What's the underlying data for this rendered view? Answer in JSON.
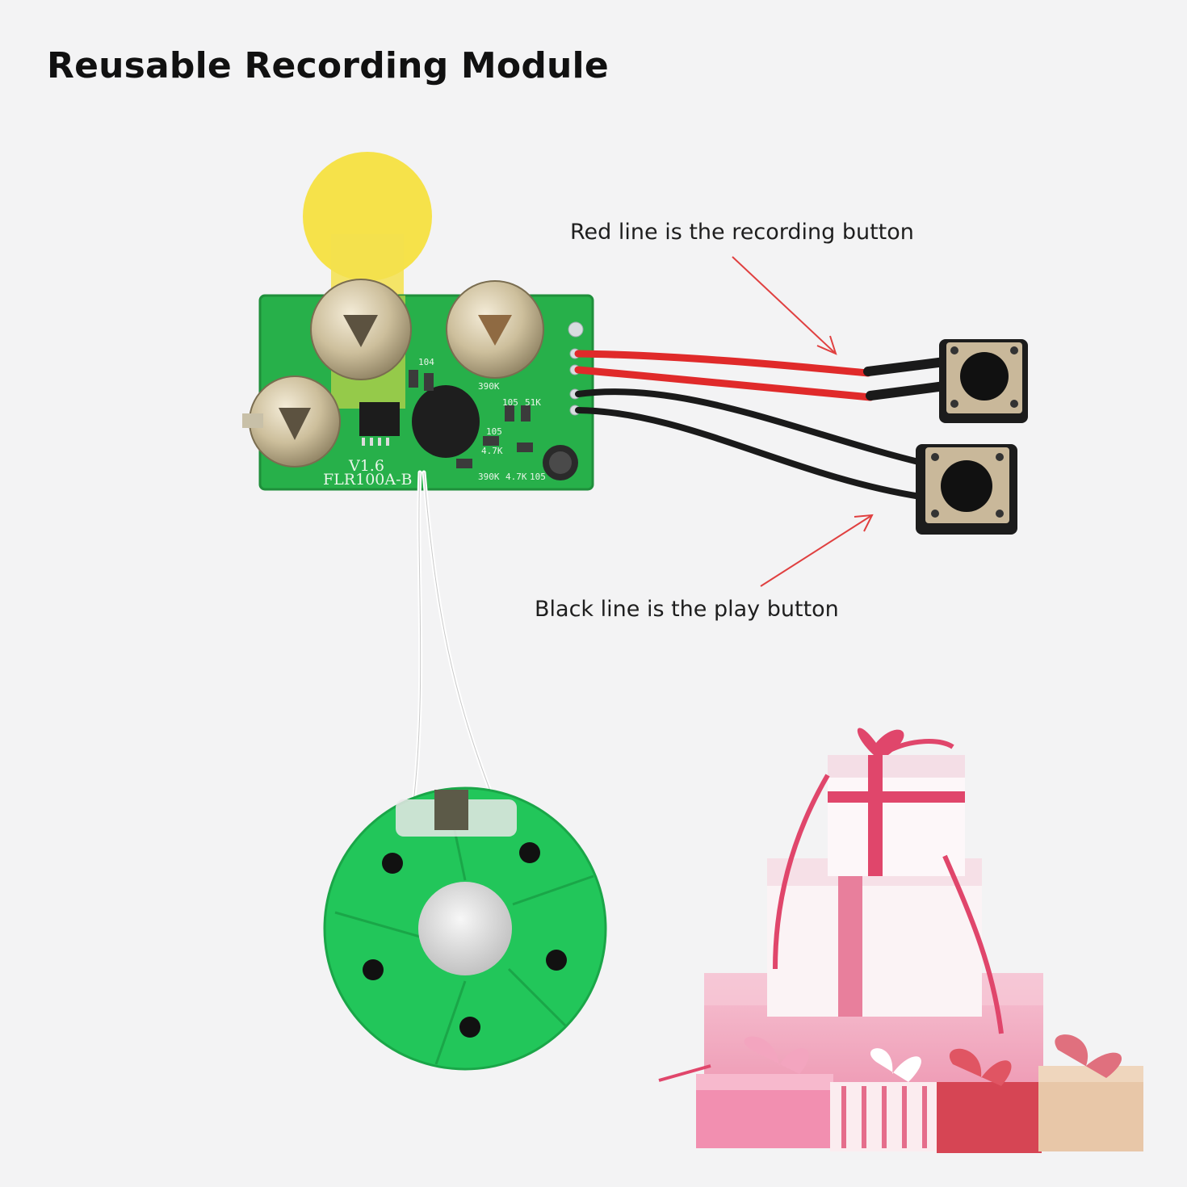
{
  "title": "Reusable Recording Module",
  "callouts": {
    "record": "Red line is the recording button",
    "play": "Black line is the play button"
  },
  "board": {
    "silkscreen_version": "V1.6",
    "silkscreen_model": "FLR100A-B",
    "labels": [
      "104",
      "390K",
      "105",
      "51K",
      "105",
      "4.7K",
      "390K",
      "4.7K",
      "105"
    ]
  },
  "colors": {
    "pcb_green": "#27b04a",
    "speaker_green": "#22c65a",
    "wire_red": "#e02a2a",
    "wire_black": "#1a1a1a",
    "arrow_red": "#e04040",
    "gift_pink": "#f0a6bd",
    "ribbon": "#e0466b"
  },
  "icons": [
    "recording-button-icon",
    "play-button-icon",
    "speaker-icon",
    "battery-icon",
    "microphone-icon"
  ]
}
